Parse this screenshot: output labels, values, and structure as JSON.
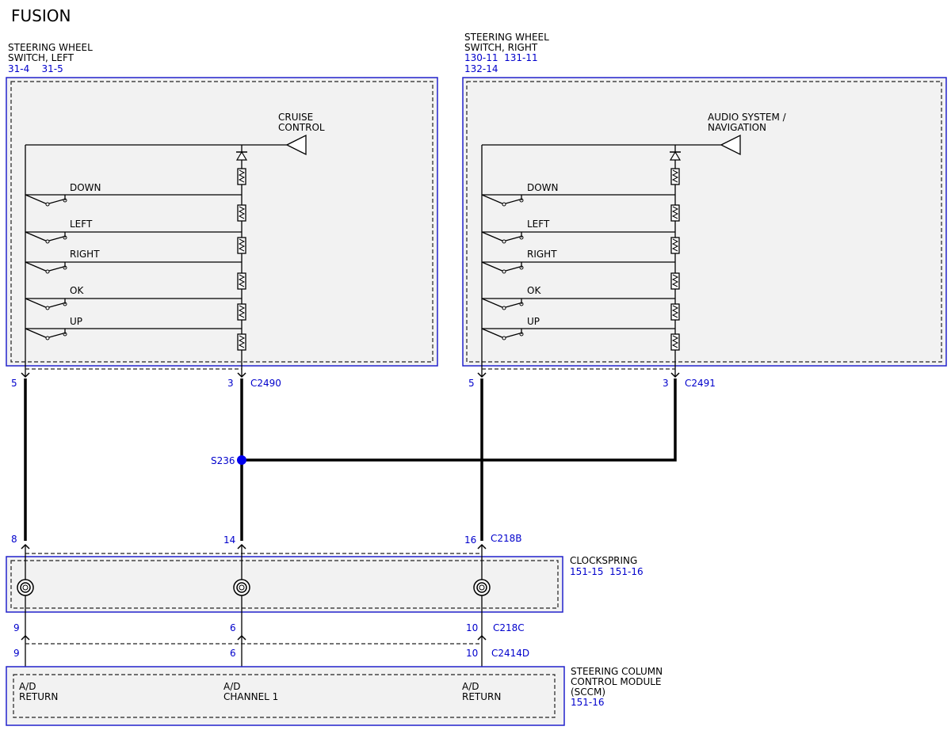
{
  "title": "FUSION",
  "left_switch": {
    "name_line1": "STEERING WHEEL",
    "name_line2": "SWITCH, LEFT",
    "refs": "31-4    31-5",
    "output_line1": "CRUISE",
    "output_line2": "CONTROL",
    "switches": [
      "DOWN",
      "LEFT",
      "RIGHT",
      "OK",
      "UP"
    ],
    "pin_left": "5",
    "pin_right": "3",
    "connector": "C2490"
  },
  "right_switch": {
    "name_line1": "STEERING WHEEL",
    "name_line2": "SWITCH, RIGHT",
    "refs_line1": "130-11  131-11",
    "refs_line2": "132-14",
    "output_line1": "AUDIO SYSTEM /",
    "output_line2": "NAVIGATION",
    "switches": [
      "DOWN",
      "LEFT",
      "RIGHT",
      "OK",
      "UP"
    ],
    "pin_left": "5",
    "pin_right": "3",
    "connector": "C2491"
  },
  "splice": "S236",
  "clockspring": {
    "name": "CLOCKSPRING",
    "refs": "151-15  151-16",
    "top_pins": [
      "8",
      "14",
      "16"
    ],
    "top_connector": "C218B",
    "bottom_pins": [
      "9",
      "6",
      "10"
    ],
    "bottom_connector": "C218C"
  },
  "sccm": {
    "name_line1": "STEERING COLUMN",
    "name_line2": "CONTROL MODULE",
    "name_line3": "(SCCM)",
    "refs": "151-16",
    "pins": [
      "9",
      "6",
      "10"
    ],
    "connector": "C2414D",
    "terminals": [
      {
        "line1": "A/D",
        "line2": "RETURN"
      },
      {
        "line1": "A/D",
        "line2": "CHANNEL 1"
      },
      {
        "line1": "A/D",
        "line2": "RETURN"
      }
    ]
  },
  "colors": {
    "wire": "#000000",
    "label_blue": "#0000cc",
    "box_border": "#2222cc",
    "box_fill": "#f2f2f2",
    "splice": "#0000ee"
  }
}
